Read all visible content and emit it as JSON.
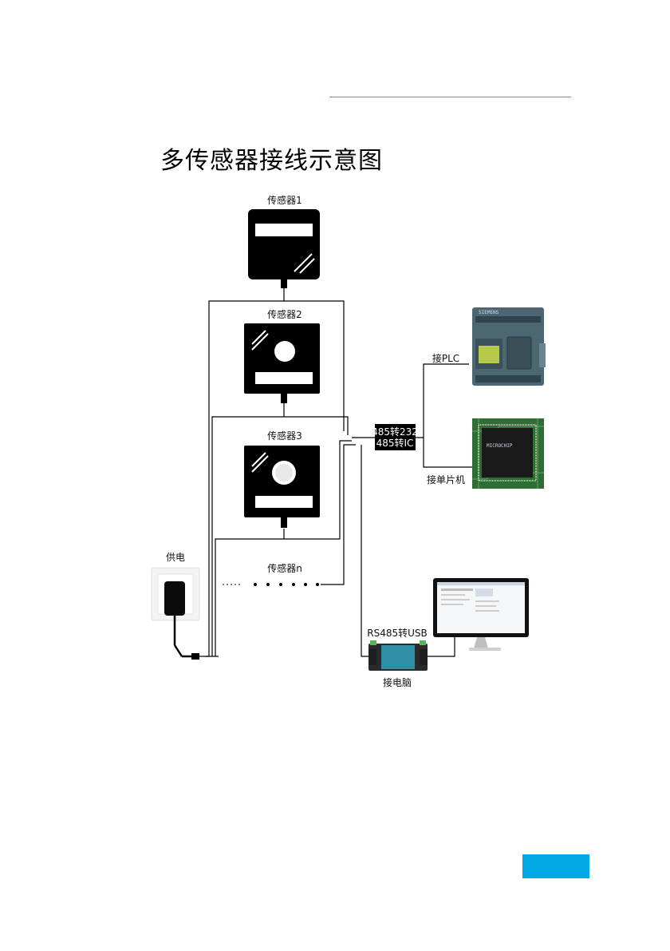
{
  "title": "多传感器接线示意图",
  "colors": {
    "accent": "#19b5cf",
    "footer": "#00a8e6",
    "device": "#000000"
  },
  "sensors": [
    {
      "label": "传感器1"
    },
    {
      "label": "传感器2"
    },
    {
      "label": "传感器3"
    },
    {
      "label": "传感器n"
    }
  ],
  "power": {
    "label": "供电"
  },
  "converter": {
    "line1": "485转232",
    "line2": "485转IC"
  },
  "targets": {
    "plc": "接PLC",
    "mcu": "接单片机",
    "usb_converter": "RS485转USB",
    "computer": "接电脑"
  }
}
